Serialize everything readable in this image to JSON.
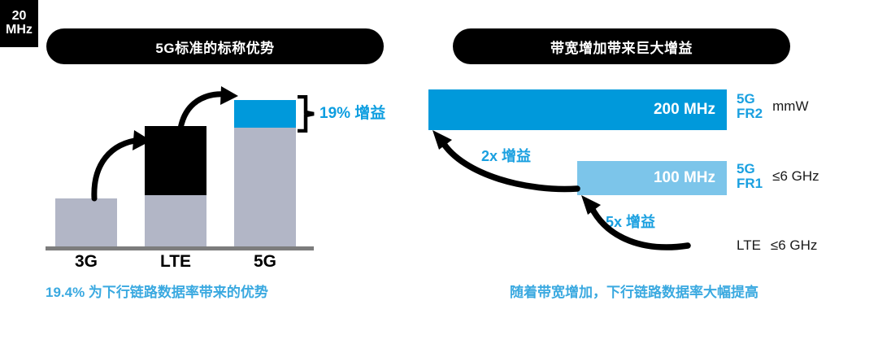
{
  "left": {
    "title": "5G标准的标称优势",
    "caption": "19.4% 为下行链路数据率带来的优势",
    "gain_label": "19% 增益",
    "axis_labels": [
      "3G",
      "LTE",
      "5G"
    ]
  },
  "right": {
    "title": "带宽增加带来巨大增益",
    "caption": "随着带宽增加，下行链路数据率大幅提高",
    "bars": [
      {
        "value": "200 MHz",
        "gen": "5G\nFR2",
        "gen_line1": "5G",
        "gen_line2": "FR2",
        "band": "mmW"
      },
      {
        "value": "100 MHz",
        "gen_line1": "5G",
        "gen_line2": "FR1",
        "band": "≤6 GHz"
      },
      {
        "value_line1": "20",
        "value_line2": "MHz",
        "gen_line1": "LTE",
        "band": "≤6 GHz"
      }
    ],
    "gain_2x": "2x 增益",
    "gain_5x": "5x 增益"
  },
  "colors": {
    "brand_blue": "#0099db",
    "light_blue": "#7cc5ea",
    "caption_blue": "#3aa9e0",
    "gray_bar": "#b2b6c6",
    "black": "#000000"
  },
  "chart_data": [
    {
      "type": "bar",
      "title": "5G标准的标称优势",
      "categories": [
        "3G",
        "LTE",
        "5G"
      ],
      "series": [
        {
          "name": "gray-base",
          "values": [
            59,
            63,
            146
          ]
        },
        {
          "name": "black-top",
          "values": [
            0,
            85,
            0
          ]
        },
        {
          "name": "blue-top",
          "values": [
            0,
            0,
            34
          ]
        }
      ],
      "annotations": [
        "19% 增益",
        "19.4% 为下行链路数据率带来的优势"
      ],
      "xlabel": "",
      "ylabel": "",
      "grid": false,
      "legend": "none"
    },
    {
      "type": "bar",
      "title": "带宽增加带来巨大增益",
      "orientation": "horizontal",
      "categories": [
        "5G FR2 (mmW)",
        "5G FR1 (≤6 GHz)",
        "LTE (≤6 GHz)"
      ],
      "values": [
        200,
        100,
        20
      ],
      "unit": "MHz",
      "annotations": [
        "2x 增益",
        "5x 增益",
        "随着带宽增加，下行链路数据率大幅提高"
      ],
      "xlabel": "",
      "ylabel": "",
      "grid": false,
      "legend": "none"
    }
  ]
}
